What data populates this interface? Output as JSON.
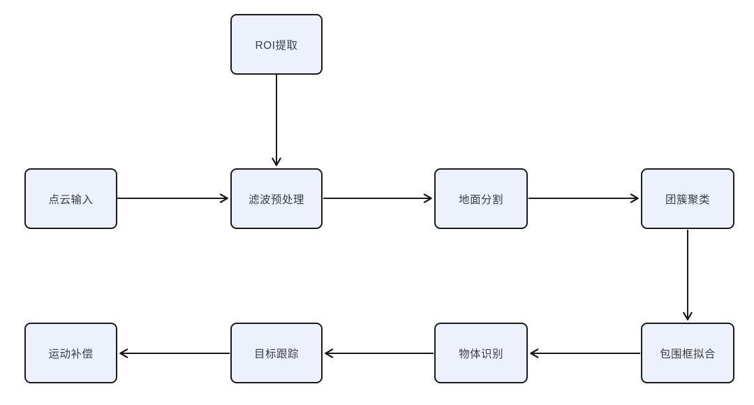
{
  "diagram": {
    "nodes": [
      {
        "id": "roi_extraction",
        "label": "ROI提取"
      },
      {
        "id": "point_cloud_input",
        "label": "点云输入"
      },
      {
        "id": "filter_preprocessing",
        "label": "滤波预处理"
      },
      {
        "id": "ground_segmentation",
        "label": "地面分割"
      },
      {
        "id": "cluster_clustering",
        "label": "团簇聚类"
      },
      {
        "id": "bounding_box_fitting",
        "label": "包围框拟合"
      },
      {
        "id": "object_recognition",
        "label": "物体识别"
      },
      {
        "id": "target_tracking",
        "label": "目标跟踪"
      },
      {
        "id": "motion_compensation",
        "label": "运动补偿"
      }
    ],
    "edges": [
      {
        "from": "roi_extraction",
        "to": "filter_preprocessing"
      },
      {
        "from": "point_cloud_input",
        "to": "filter_preprocessing"
      },
      {
        "from": "filter_preprocessing",
        "to": "ground_segmentation"
      },
      {
        "from": "ground_segmentation",
        "to": "cluster_clustering"
      },
      {
        "from": "cluster_clustering",
        "to": "bounding_box_fitting"
      },
      {
        "from": "bounding_box_fitting",
        "to": "object_recognition"
      },
      {
        "from": "object_recognition",
        "to": "target_tracking"
      },
      {
        "from": "target_tracking",
        "to": "motion_compensation"
      }
    ],
    "colors": {
      "background": "#ffffff",
      "node_fill": "#edf1fb",
      "node_border": "#1a1a1a",
      "arrow": "#1a1a1a",
      "text": "#3d3d44"
    }
  }
}
